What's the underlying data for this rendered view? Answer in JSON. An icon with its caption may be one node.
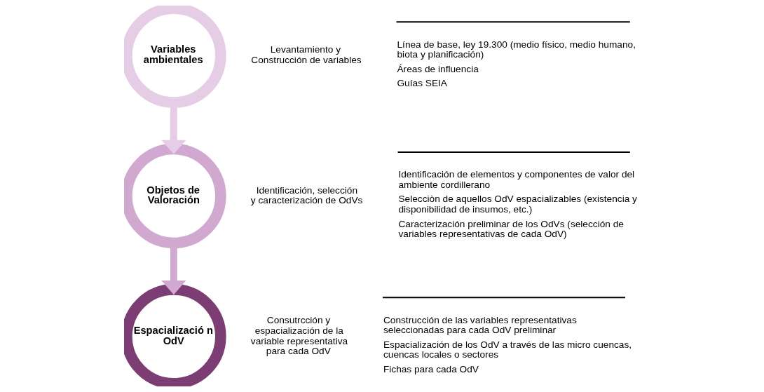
{
  "diagram": {
    "nodes": [
      {
        "text": [
          "Variables ambientales"
        ]
      },
      {
        "text": [
          "Objetos de Valoración"
        ]
      },
      {
        "text": [
          "Espacializació n OdV"
        ]
      }
    ],
    "edges": [
      {
        "from": 0,
        "to": 1,
        "arrow": "to",
        "color": "#e6cde6"
      },
      {
        "from": 1,
        "to": 2,
        "arrow": "to",
        "color": "#d0a8d0"
      }
    ],
    "labels": [
      "Levantamiento y Construcción de variables",
      "Línea de base, ley 19.300 (medio físico, medio humano, biota y planificación)",
      "Áreas de influencia",
      "Guías SEIA",
      "Identificación, selección y caracterización de OdVs",
      "Identificación de elementos y componentes de valor del ambiente cordillerano",
      "Selecciòn de aquellos OdV espacializables (existencia y disponibilidad de insumos, etc.)",
      "Caracterización preliminar de los OdVs (selección de variables representativas de cada OdV)",
      "Consutrcción y espacialización de la variable representativa para cada OdV",
      "Construcción de las variables representativas seleccionadas para cada OdV preliminar",
      "Espacialización de los OdV a través de las micro cuencas, cuencas locales o sectores",
      "Fichas para cada OdV"
    ]
  }
}
